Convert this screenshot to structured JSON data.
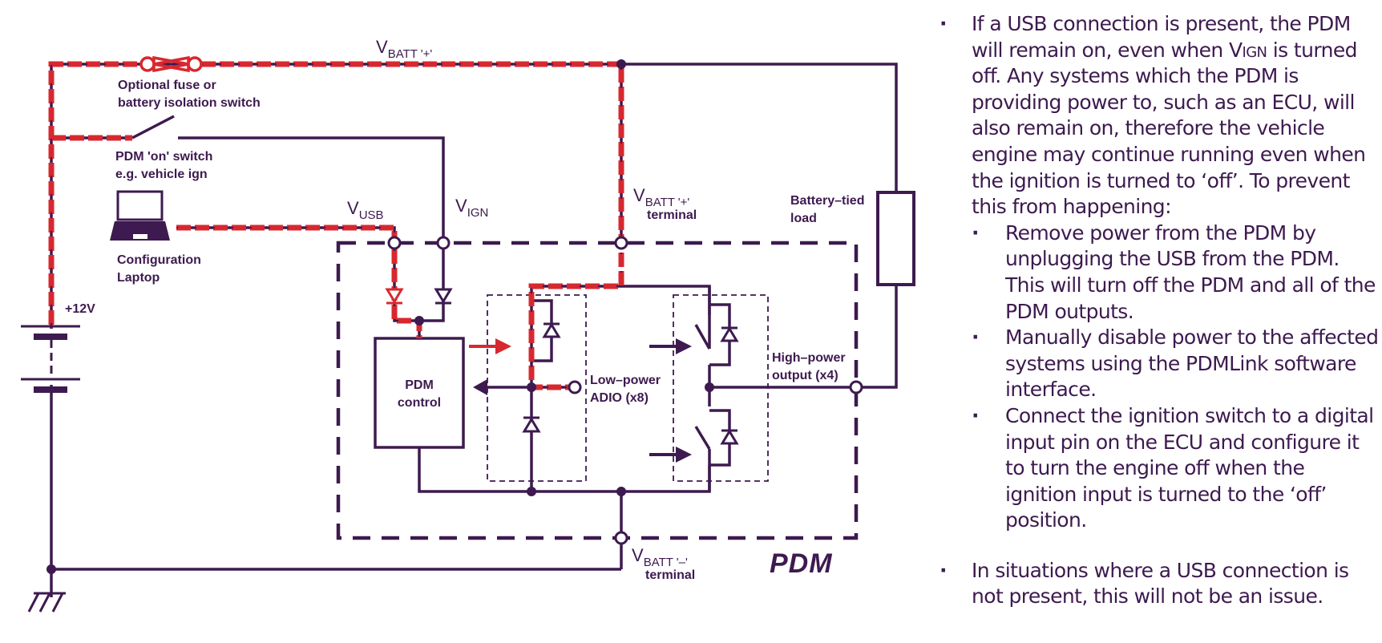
{
  "diagram": {
    "labels": {
      "vbatt_top_main": "V",
      "vbatt_top_sub": "BATT '+'",
      "fuse_line1": "Optional fuse or",
      "fuse_line2": "battery isolation switch",
      "switch_line1": "PDM 'on' switch",
      "switch_line2": "e.g. vehicle ign",
      "laptop_line1": "Configuration",
      "laptop_line2": "Laptop",
      "vusb_main": "V",
      "vusb_sub": "USB",
      "vign_main": "V",
      "vign_sub": "IGN",
      "vbatt_term_main": "V",
      "vbatt_term_sub": "BATT '+'",
      "vbatt_term_line2": "terminal",
      "load_line1": "Battery–tied",
      "load_line2": "load",
      "plus12v": "+12V",
      "pdm_control_line1": "PDM",
      "pdm_control_line2": "control",
      "adio_line1": "Low–power",
      "adio_line2": "ADIO (x8)",
      "hp_line1": "High–power",
      "hp_line2": "output (x4)",
      "vbatt_neg_main": "V",
      "vbatt_neg_sub": "BATT '–'",
      "vbatt_neg_line2": "terminal",
      "pdm_logo": "PDM"
    },
    "colors": {
      "wire": "#3d1a4f",
      "current_flow": "#d8282f"
    }
  },
  "notes": {
    "bullet1_pre": "If a USB connection is present, the PDM will remain on, even when V",
    "bullet1_smallcaps": "ign",
    "bullet1_post": " is turned off. Any systems which the PDM is providing power to, such as an ECU, will also remain on, therefore the vehicle engine may continue running even when the ignition is turned to ‘off’. To prevent this from happening:",
    "sub_bullets": [
      "Remove power from the PDM by unplugging the USB from the PDM. This will turn off the PDM and all of the PDM outputs.",
      "Manually disable power to the affected systems using the PDMLink software interface.",
      "Connect the ignition switch to a digital input pin on the ECU and configure it to turn the engine off when the ignition input is turned to the ‘off’ position."
    ],
    "bullet2": "In situations where a USB connection is not present, this will not be an issue."
  }
}
